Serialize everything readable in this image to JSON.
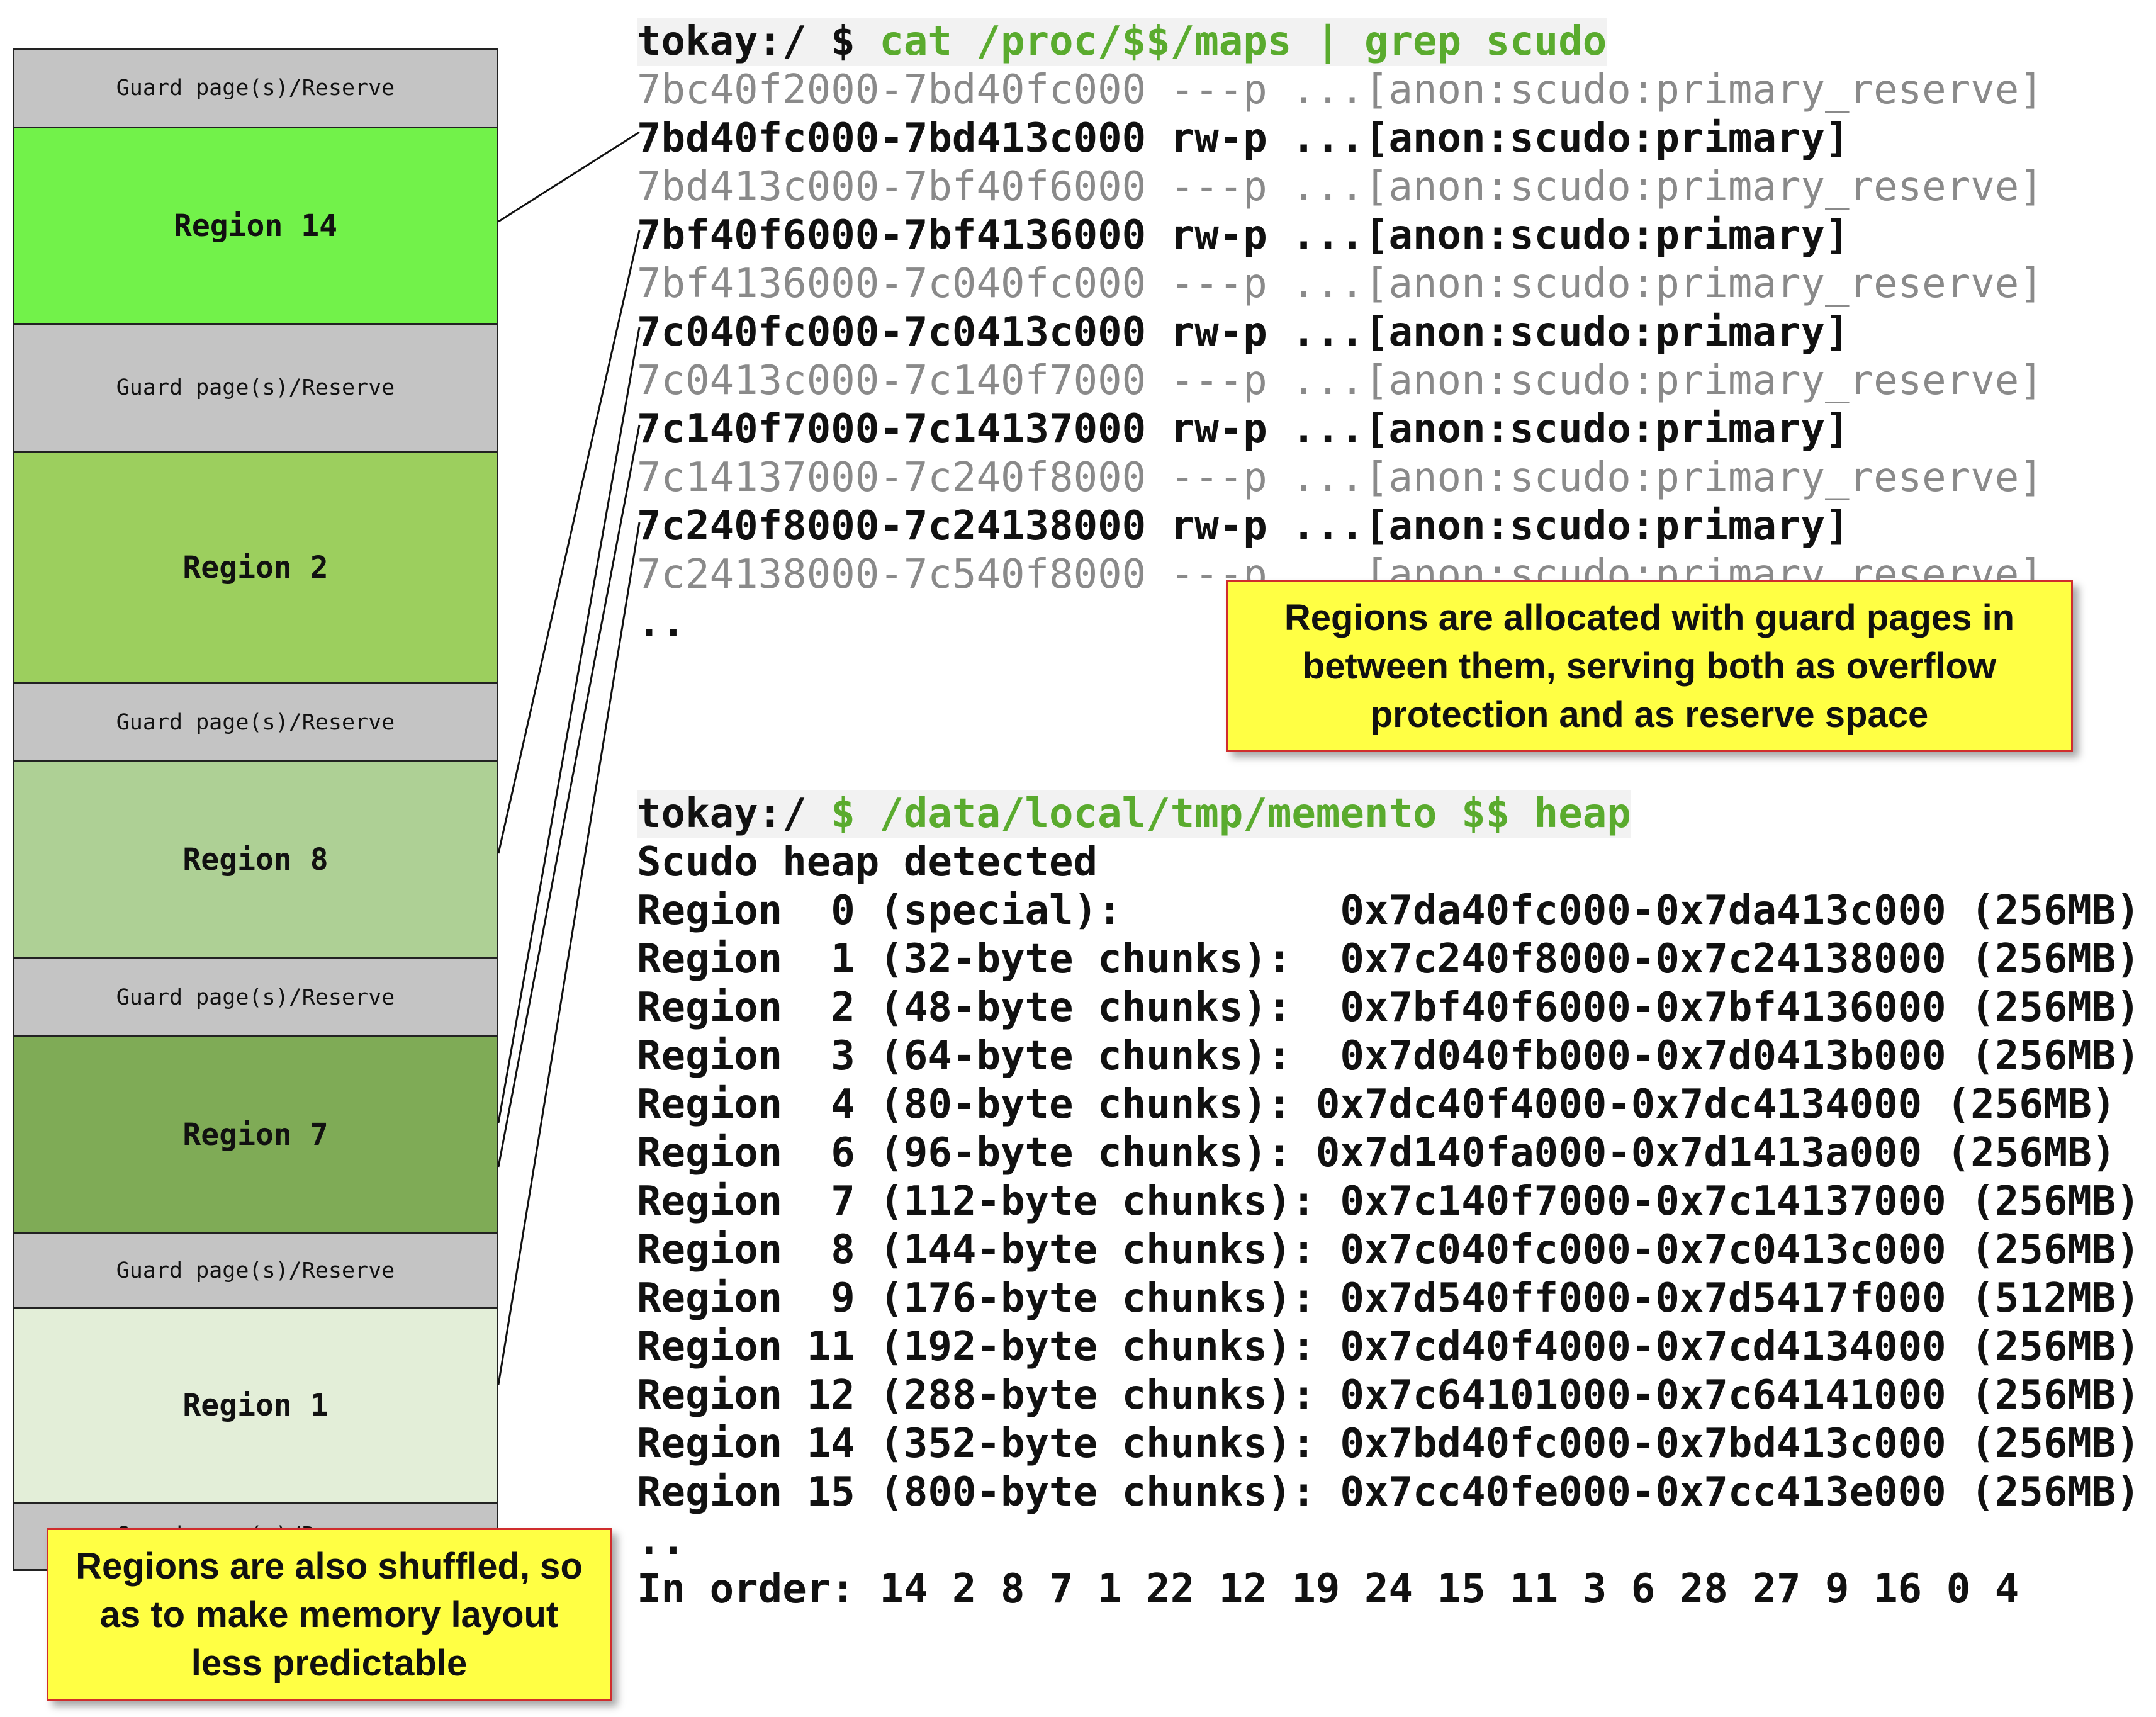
{
  "stack": {
    "guard_label": "Guard page(s)/Reserve",
    "regions": {
      "r14": "Region 14",
      "r2": "Region 2",
      "r8": "Region 8",
      "r7": "Region 7",
      "r1": "Region 1"
    },
    "colors": {
      "guard": "#c4c4c4",
      "r14": "#72f24a",
      "r2": "#9ccf5e",
      "r8": "#aed095",
      "r7": "#7fab56",
      "r1": "#e3eed8"
    }
  },
  "maps": {
    "prompt": "tokay:/ $ ",
    "command": "cat /proc/$$/maps | grep scudo",
    "lines": [
      "7bc40f2000-7bd40fc000 ---p ...[anon:scudo:primary_reserve]",
      "7bd40fc000-7bd413c000 rw-p ...[anon:scudo:primary]",
      "7bd413c000-7bf40f6000 ---p ...[anon:scudo:primary_reserve]",
      "7bf40f6000-7bf4136000 rw-p ...[anon:scudo:primary]",
      "7bf4136000-7c040fc000 ---p ...[anon:scudo:primary_reserve]",
      "7c040fc000-7c0413c000 rw-p ...[anon:scudo:primary]",
      "7c0413c000-7c140f7000 ---p ...[anon:scudo:primary_reserve]",
      "7c140f7000-7c14137000 rw-p ...[anon:scudo:primary]",
      "7c14137000-7c240f8000 ---p ...[anon:scudo:primary_reserve]",
      "7c240f8000-7c24138000 rw-p ...[anon:scudo:primary]",
      "7c24138000-7c540f8000 ---p ...[anon:scudo:primary_reserve]"
    ],
    "ellipsis": ".."
  },
  "heap": {
    "prompt": "tokay:/ ",
    "command": "$ /data/local/tmp/memento $$ heap",
    "detected": "Scudo heap detected",
    "regions": [
      "Region  0 (special):         0x7da40fc000-0x7da413c000 (256MB)",
      "Region  1 (32-byte chunks):  0x7c240f8000-0x7c24138000 (256MB)",
      "Region  2 (48-byte chunks):  0x7bf40f6000-0x7bf4136000 (256MB)",
      "Region  3 (64-byte chunks):  0x7d040fb000-0x7d0413b000 (256MB)",
      "Region  4 (80-byte chunks): 0x7dc40f4000-0x7dc4134000 (256MB)",
      "Region  6 (96-byte chunks): 0x7d140fa000-0x7d1413a000 (256MB)",
      "Region  7 (112-byte chunks): 0x7c140f7000-0x7c14137000 (256MB)",
      "Region  8 (144-byte chunks): 0x7c040fc000-0x7c0413c000 (256MB)",
      "Region  9 (176-byte chunks): 0x7d540ff000-0x7d5417f000 (512MB)",
      "Region 11 (192-byte chunks): 0x7cd40f4000-0x7cd4134000 (256MB)",
      "Region 12 (288-byte chunks): 0x7c64101000-0x7c64141000 (256MB)",
      "Region 14 (352-byte chunks): 0x7bd40fc000-0x7bd413c000 (256MB)",
      "Region 15 (800-byte chunks): 0x7cc40fe000-0x7cc413e000 (256MB)"
    ],
    "ellipsis": "..",
    "order": "In order: 14 2 8 7 1 22 12 19 24 15 11 3 6 28 27 9 16 0 4"
  },
  "notes": {
    "guard": "Regions are allocated with guard pages in between them, serving both as overflow protection and as reserve space",
    "shuffle": "Regions are also shuffled, so as to make memory layout less predictable"
  }
}
